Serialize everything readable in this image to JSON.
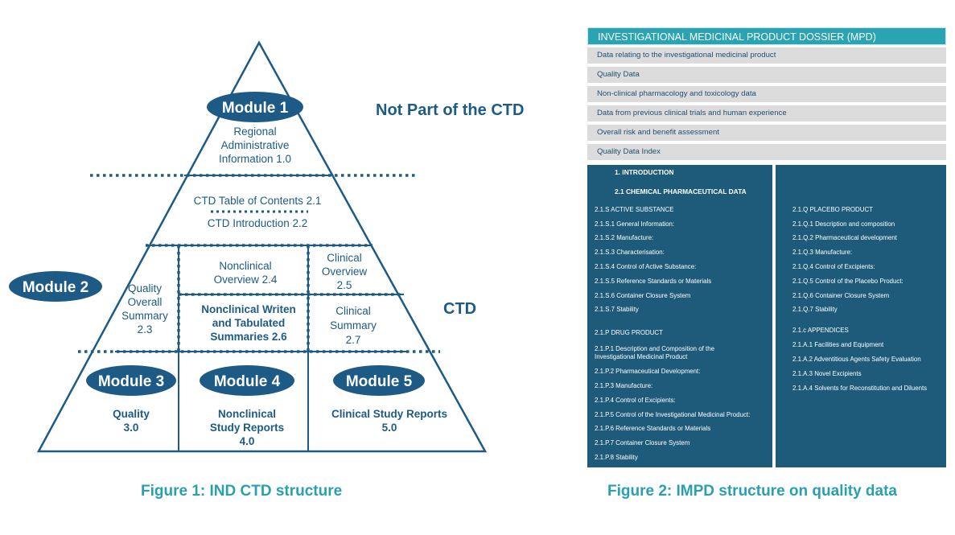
{
  "figure1": {
    "caption": "Figure 1: IND CTD structure",
    "side_labels": {
      "not_ctd": "Not Part of the CTD",
      "ctd": "CTD"
    },
    "module1": {
      "label": "Module 1",
      "text": [
        "Regional",
        "Administrative",
        "Information 1.0"
      ]
    },
    "module2": {
      "label": "Module 2",
      "toc": "CTD  Table of Contents 2.1",
      "intro": "CTD Introduction 2.2",
      "qos": [
        "Quality",
        "Overall",
        "Summary",
        "2.3"
      ],
      "nonclinical_overview": [
        "Nonclinical",
        "Overview 2.4"
      ],
      "clinical_overview": [
        "Clinical",
        "Overview",
        "2.5"
      ],
      "nonclinical_summaries": [
        "Nonclinical Writen",
        "and Tabulated",
        "Summaries  2.6"
      ],
      "clinical_summary": [
        "Clinical",
        "Summary",
        "2.7"
      ]
    },
    "module3": {
      "label": "Module 3",
      "text": [
        "Quality",
        "3.0"
      ]
    },
    "module4": {
      "label": "Module 4",
      "text": [
        "Nonclinical",
        "Study Reports",
        "4.0"
      ]
    },
    "module5": {
      "label": "Module 5",
      "text": [
        "Clinical Study Reports",
        "5.0"
      ]
    },
    "colors": {
      "primary": "#1d5b86",
      "dotted": "#1d5b86"
    }
  },
  "figure2": {
    "caption": "Figure 2: IMPD structure on quality data",
    "header": "INVESTIGATIONAL MEDICINAL PRODUCT DOSSIER (MPD)",
    "rows": [
      "Data relating to the investigational medicinal product",
      "Quality Data",
      "Non-clinical pharmacology and toxicology data",
      "Data from previous clinical trials and human experience",
      "Overall risk and benefit assessment",
      "Quality Data Index"
    ],
    "left_panel": {
      "intro": "1. INTRODUCTION",
      "chem": "2.1 CHEMICAL PHARMACEUTICAL DATA",
      "active_title": "2.1.S ACTIVE SUBSTANCE",
      "active_items": [
        "2.1.S.1 General Information:",
        "2.1.S.2 Manufacture:",
        "2.1.S.3 Characterisation:",
        "2.1.S.4 Control of Active Substance:",
        "2.1.S.5 Reference Standards or Materials",
        "2.1.S.6 Container Closure System",
        "2.1.S.7 Stability"
      ],
      "drug_title": "2.1.P DRUG PRODUCT",
      "drug_items": [
        "2.1.P.1 Description and Composition of the Investigational Medicinal Product",
        "2.1.P.2 Pharmaceutical Development:",
        "2.1.P.3 Manufacture:",
        "2.1.P.4 Control of Excipients:",
        "2.1.P.5 Control of the Investigational Medicinal Product:",
        "2.1.P.6 Reference Standards or Materials",
        "2.1.P.7 Container Closure System",
        "2.1.P.8 Stability"
      ]
    },
    "right_panel": {
      "placebo_title": "2.1.Q PLACEBO PRODUCT",
      "placebo_items": [
        "2.1.Q.1 Description and composition",
        "2.1.Q.2 Pharmaceutical development",
        "2.1.Q.3 Manufacture:",
        "2.1.Q.4 Control of Excipients:",
        "2.1.Q.5 Control of the Placebo Product:",
        "2.1.Q.6 Container Closure System",
        "2.1.Q.7 Stability"
      ],
      "appendices_title": "2.1.c APPENDICES",
      "appendices_items": [
        "2.1.A.1 Facilities and Equipment",
        "2.1.A.2 Adventitious Agents Safety Evaluation",
        "2.1.A.3 Novel Excipients",
        "2.1.A.4 Solvents for Reconstitution and Diluents"
      ]
    },
    "colors": {
      "header": "#2aa3b3",
      "row_bg": "#dcdcdc",
      "panel": "#1e5a7a"
    }
  }
}
